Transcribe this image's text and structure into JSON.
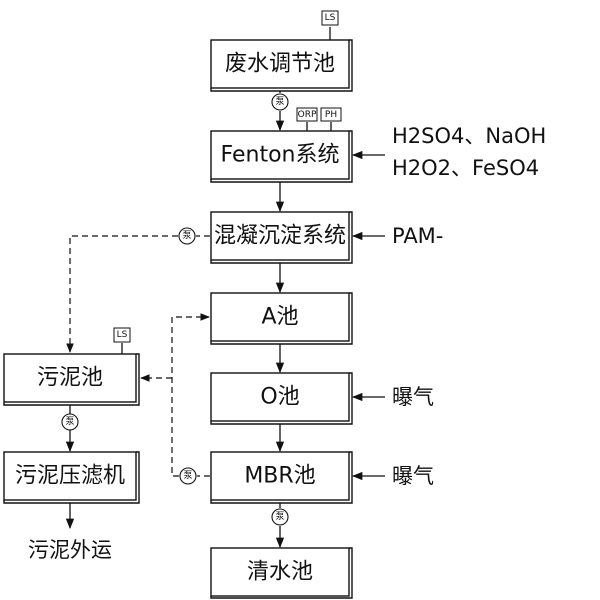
{
  "boxes": {
    "equalization_tank": "废水调节池",
    "fenton_system": "Fenton系统",
    "coagulation_system": "混凝沉淀系统",
    "a_tank": "A池",
    "o_tank": "O池",
    "mbr_tank": "MBR池",
    "clear_water_tank": "清水池",
    "sludge_tank": "污泥池",
    "sludge_filter_press": "污泥压滤机"
  },
  "inputs": {
    "fenton_line1": "H2SO4、NaOH",
    "fenton_line2": "H2O2、FeSO4",
    "coagulation": "PAM-",
    "o_tank": "曝气",
    "mbr_tank": "曝气"
  },
  "outputs": {
    "sludge_outbound": "污泥外运"
  },
  "tags": {
    "ls": "LS",
    "orp": "ORP",
    "ph": "PH"
  },
  "pump_label": "泵"
}
